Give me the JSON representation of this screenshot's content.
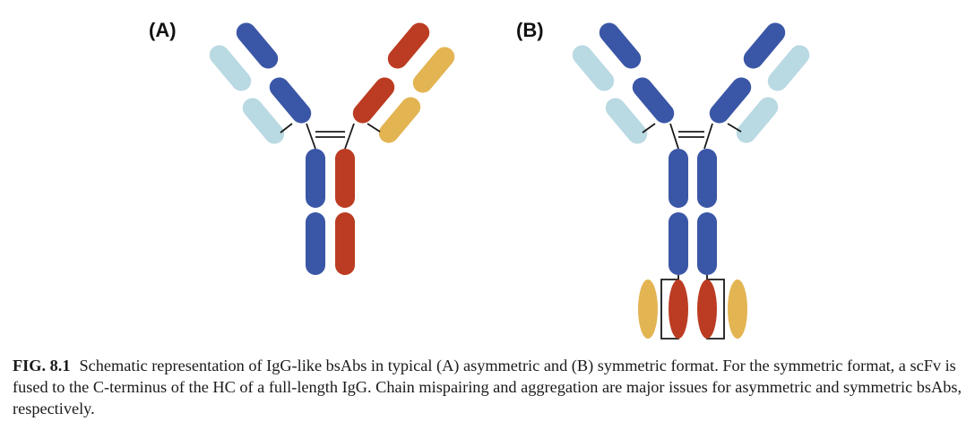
{
  "panels": [
    {
      "label": "(A)",
      "format": "asymmetric"
    },
    {
      "label": "(B)",
      "format": "symmetric"
    }
  ],
  "colors": {
    "heavy_chain_1": "#3a56a6",
    "heavy_chain_2": "#bb3c22",
    "light_chain_1": "#b9d9e3",
    "light_chain_2": "#e3b452",
    "linker": "#1a1a1a"
  },
  "caption": {
    "fig_number": "FIG. 8.1",
    "text": "Schematic representation of IgG-like bsAbs in typical (A) asymmetric and (B) symmetric format. For the symmetric format, a scFv is fused to the C-terminus of the HC of a full-length IgG. Chain mispairing and aggregation are major issues for asymmetric and symmetric bsAbs, respectively."
  }
}
